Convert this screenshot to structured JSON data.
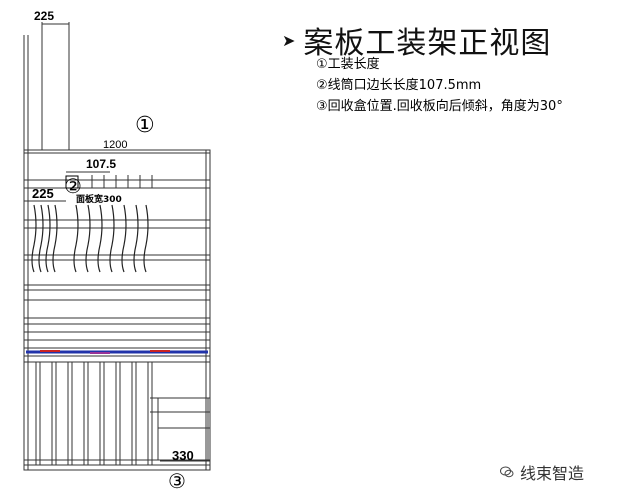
{
  "title": {
    "arrow_icon": "triangle-right-icon",
    "text": "案板工装架正视图"
  },
  "notes": [
    "①工装长度",
    "②线筒口边长长度107.5mm",
    "③回收盒位置.回收板向后倾斜，角度为30°"
  ],
  "drawing": {
    "dim_top": "225",
    "dim_total": "1200",
    "dim_spool": "107.5",
    "dim_left": "225",
    "board_label": "面板宽300",
    "dim_bottom": "330",
    "marker_1": "①",
    "marker_2": "②",
    "marker_3": "③"
  },
  "watermark": {
    "icon": "wechat-icon",
    "text": "线束智造"
  },
  "colors": {
    "line": "#333333",
    "accent_red": "#cc2222",
    "accent_blue": "#2233aa",
    "accent_purple": "#993399"
  }
}
